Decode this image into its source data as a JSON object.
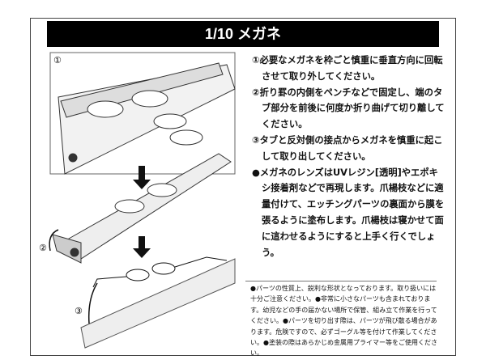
{
  "title": "1/10 メガネ",
  "steps": [
    "①必要なメガネを枠ごと慎重に垂直方向に回転させて取り外してください。",
    "②折り罫の内側をペンチなどで固定し、端のタブ部分を前後に何度か折り曲げて切り離してください。",
    "③タブと反対側の接点からメガネを慎重に起こして取り出してください。",
    "●メガネのレンズはUVレジン[透明]やエポキシ接着剤などで再現します。爪楊枝などに適量付けて、エッチングパーツの裏面から膜を張るように塗布します。爪楊枝は寝かせて面に這わせるようにすると上手く行くでしょう。"
  ],
  "notes": "●パーツの性質上、鋭利な形状となっております。取り扱いには十分ご注意ください。●非常に小さなパーツも含まれております。幼児などの手の届かない場所で保管、組み立て作業を行ってください。●パーツを切り出す際は、パーツが飛び散る場合があります。危険ですので、必ずゴーグル等を付けて作業してください。●塗装の際はあらかじめ金属用プライマー等をご使用ください。",
  "labels": {
    "step1": "①",
    "step2": "②",
    "step3": "③"
  }
}
